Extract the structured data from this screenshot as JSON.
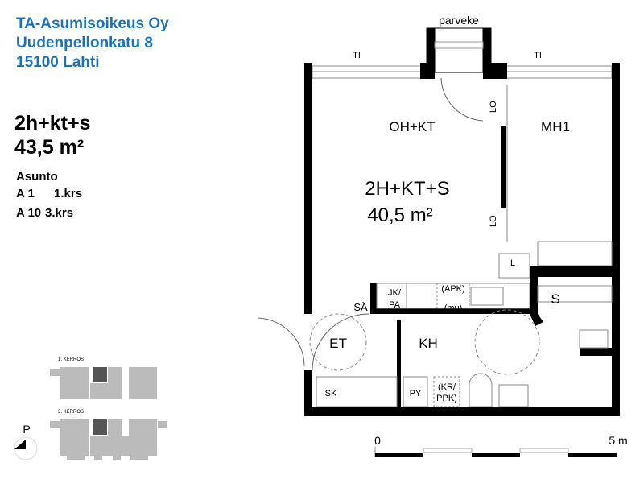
{
  "header": {
    "company": "TA-Asumisoikeus Oy",
    "street": "Uudenpellonkatu 8",
    "city": "15100 Lahti"
  },
  "apartment": {
    "type": "2h+kt+s",
    "area": "43,5 m²",
    "units_label": "Asunto",
    "units": [
      {
        "id": "A 1",
        "floor": "1.krs"
      },
      {
        "id": "A 10",
        "floor": "3.krs"
      }
    ]
  },
  "plan": {
    "balcony": "parveke",
    "window_left": "TI",
    "window_right": "TI",
    "room_living": "OH+KT",
    "room_bedroom": "MH1",
    "summary_type": "2H+KT+S",
    "summary_area": "40,5 m²",
    "closet_top": "LO",
    "closet_bottom": "LO",
    "heater": "L",
    "fridge": "JK/\nPA",
    "fridge_l1": "JK/",
    "fridge_l2": "PA",
    "dishwasher": "(APK)",
    "microwave": "(mu)",
    "storage": "SÄ",
    "sauna": "S",
    "hall": "ET",
    "bathroom": "KH",
    "wardrobe": "SK",
    "washer": "PY",
    "dryer_l1": "(KR/",
    "dryer_l2": "PPK)"
  },
  "scale": {
    "start": "0",
    "end": "5 m"
  },
  "keymap": {
    "floor1": "1. KERROS",
    "floor3": "3. KERROS",
    "north": "P"
  }
}
